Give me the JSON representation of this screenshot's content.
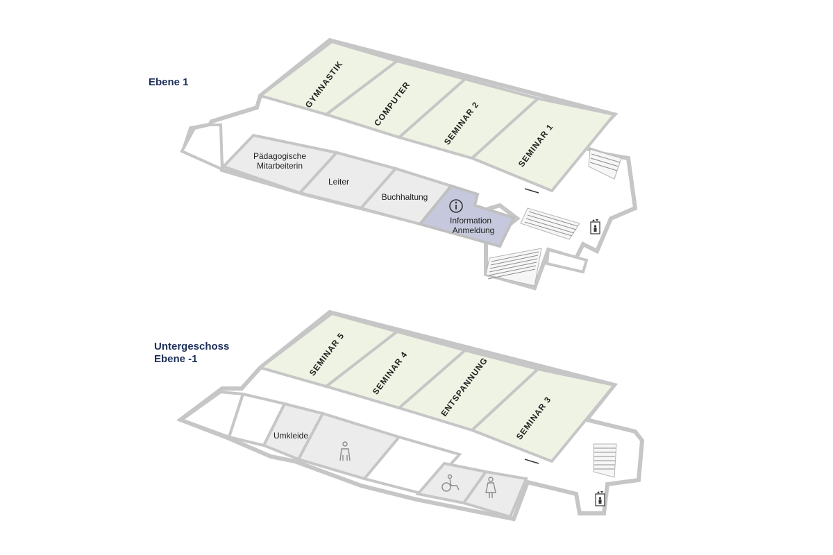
{
  "levels": [
    {
      "title": "Ebene 1",
      "rooms": {
        "gymnastik": "GYMNASTIK",
        "computer": "COMPUTER",
        "seminar2": "SEMINAR 2",
        "seminar1": "SEMINAR 1",
        "paedagogische_line1": "Pädagogische",
        "paedagogische_line2": "Mitarbeiterin",
        "leiter": "Leiter",
        "buchhaltung": "Buchhaltung",
        "information_line1": "Information",
        "information_line2": "Anmeldung"
      },
      "icons": [
        "info-icon",
        "elevator-icon"
      ]
    },
    {
      "title_line1": "Untergeschoss",
      "title_line2": "Ebene -1",
      "rooms": {
        "seminar5": "SEMINAR 5",
        "seminar4": "SEMINAR 4",
        "entspannung": "ENTSPANNUNG",
        "seminar3": "SEMINAR 3",
        "umkleide": "Umkleide"
      },
      "icons": [
        "restroom-man-icon",
        "wheelchair-icon",
        "restroom-woman-icon",
        "elevator-icon"
      ]
    }
  ],
  "colors": {
    "title": "#1e2f5a",
    "seminar_room": "#eef3e3",
    "office_room": "#ececec",
    "information_room": "#c6c9dd",
    "wall": "#c6c6c6"
  }
}
